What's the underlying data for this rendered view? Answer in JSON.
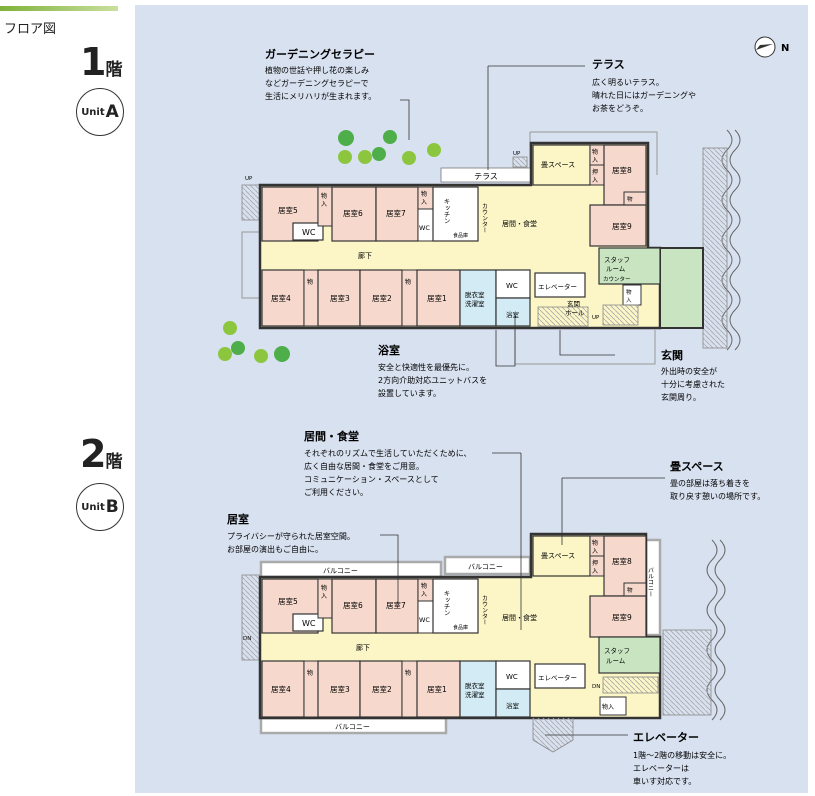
{
  "sidebar": {
    "title": "フロア図",
    "floor1": {
      "number": "1",
      "suffix": "階",
      "unit_prefix": "Unit",
      "unit_letter": "A"
    },
    "floor2": {
      "number": "2",
      "suffix": "階",
      "unit_prefix": "Unit",
      "unit_letter": "B"
    }
  },
  "compass": "N",
  "floor1": {
    "rooms": {
      "r5": "居室5",
      "r6": "居室6",
      "r7": "居室7",
      "r4": "居室4",
      "r3": "居室3",
      "r2": "居室2",
      "r1": "居室1",
      "r8": "居室8",
      "r9": "居室9",
      "tatami": "畳スペース",
      "kitchen": "キッチン",
      "counter": "カウンター",
      "pantry": "食品庫",
      "living": "居間・食堂",
      "corridor": "廊下",
      "wc": "WC",
      "wc2": "WC",
      "wc3": "WC",
      "dressing": "脱衣室",
      "laundry": "洗濯室",
      "bath": "浴室",
      "elevator": "エレベーター",
      "staff": "スタッフ",
      "staff2": "ルーム",
      "staff_counter": "カウンター",
      "entrance": "玄関",
      "hall": "ホール",
      "terrace": "テラス",
      "up": "UP",
      "up2": "UP",
      "up3": "UP",
      "storage1": "物",
      "storage2": "入",
      "oshi1": "押",
      "oshi2": "入"
    },
    "callouts": {
      "gardening": {
        "title": "ガーデニングセラピー",
        "lines": [
          "植物の世話や押し花の楽しみ",
          "などガーデニングセラピーで",
          "生活にメリハリが生まれます。"
        ]
      },
      "terrace": {
        "title": "テラス",
        "lines": [
          "広く明るいテラス。",
          "晴れた日にはガーデニングや",
          "お茶をどうぞ。"
        ]
      },
      "bath": {
        "title": "浴室",
        "lines": [
          "安全と快適性を最優先に。",
          "2方向介助対応ユニットバスを",
          "設置しています。"
        ]
      },
      "entrance": {
        "title": "玄関",
        "lines": [
          "外出時の安全が",
          "十分に考慮された",
          "玄関周り。"
        ]
      }
    }
  },
  "floor2": {
    "rooms": {
      "r5": "居室5",
      "r6": "居室6",
      "r7": "居室7",
      "r4": "居室4",
      "r3": "居室3",
      "r2": "居室2",
      "r1": "居室1",
      "r8": "居室8",
      "r9": "居室9",
      "tatami": "畳スペース",
      "kitchen": "キッチン",
      "counter": "カウンター",
      "pantry": "食品庫",
      "living": "居間・食堂",
      "corridor": "廊下",
      "wc": "WC",
      "wc2": "WC",
      "wc3": "WC",
      "dressing": "脱衣室",
      "laundry": "洗濯室",
      "bath": "浴室",
      "elevator": "エレベーター",
      "staff": "スタッフ",
      "staff2": "ルーム",
      "balcony_top": "バルコニー",
      "balcony_left": "バルコニー",
      "balcony_bottom": "バルコニー",
      "balcony_right": "バルコニー",
      "dn": "DN",
      "dn2": "DN",
      "storage1": "物",
      "storage2": "入",
      "oshi1": "押",
      "oshi2": "入",
      "storage_bath": "物入"
    },
    "callouts": {
      "living": {
        "title": "居間・食堂",
        "lines": [
          "それぞれのリズムで生活していただくために、",
          "広く自由な居間・食堂をご用意。",
          "コミュニケーション・スペースとして",
          "ご利用ください。"
        ]
      },
      "tatami": {
        "title": "畳スペース",
        "lines": [
          "畳の部屋は落ち着きを",
          "取り戻す憩いの場所です。"
        ]
      },
      "room": {
        "title": "居室",
        "lines": [
          "プライバシーが守られた居室空間。",
          "お部屋の演出もご自由に。"
        ]
      },
      "elevator": {
        "title": "エレベーター",
        "lines": [
          "1階～2階の移動は安全に。",
          "エレベーターは",
          "車いす対応です。"
        ]
      }
    }
  },
  "colors": {
    "room": "#f6d9cc",
    "living": "#fcf6c7",
    "staff": "#c8e4c1",
    "bath": "#d2ebf4",
    "tatami": "#fcf6c7",
    "wall": "#333333",
    "tree": "#4eae49",
    "panel": "#d8e1f0"
  }
}
